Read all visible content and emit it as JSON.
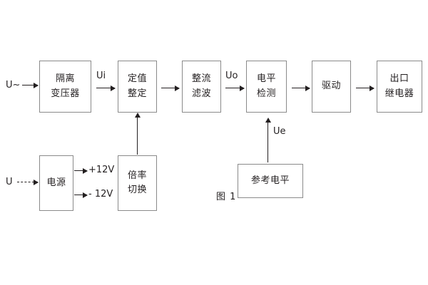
{
  "figure": {
    "caption": "图 1",
    "stroke_color": "#8a8a8a",
    "text_color": "#231f20",
    "background": "#ffffff"
  },
  "blocks": {
    "isolation_transformer": {
      "line1": "隔离",
      "line2": "变压器"
    },
    "setting_value": {
      "line1": "定值",
      "line2": "整定"
    },
    "rectify_filter": {
      "line1": "整流",
      "line2": "滤波"
    },
    "level_detect": {
      "line1": "电平",
      "line2": "检测"
    },
    "drive": {
      "line1": "驱动"
    },
    "output_relay": {
      "line1": "出口",
      "line2": "继电器"
    },
    "power_supply": {
      "line1": "电源"
    },
    "multiplier_switch": {
      "line1": "倍率",
      "line2": "切换"
    },
    "reference_level": {
      "line1": "参考电平"
    }
  },
  "signals": {
    "input_ac": "U~",
    "input_dc": "U",
    "ui": "Ui",
    "uo": "Uo",
    "ue": "Ue",
    "rail_positive": "+12V",
    "rail_negative": "- 12V"
  }
}
